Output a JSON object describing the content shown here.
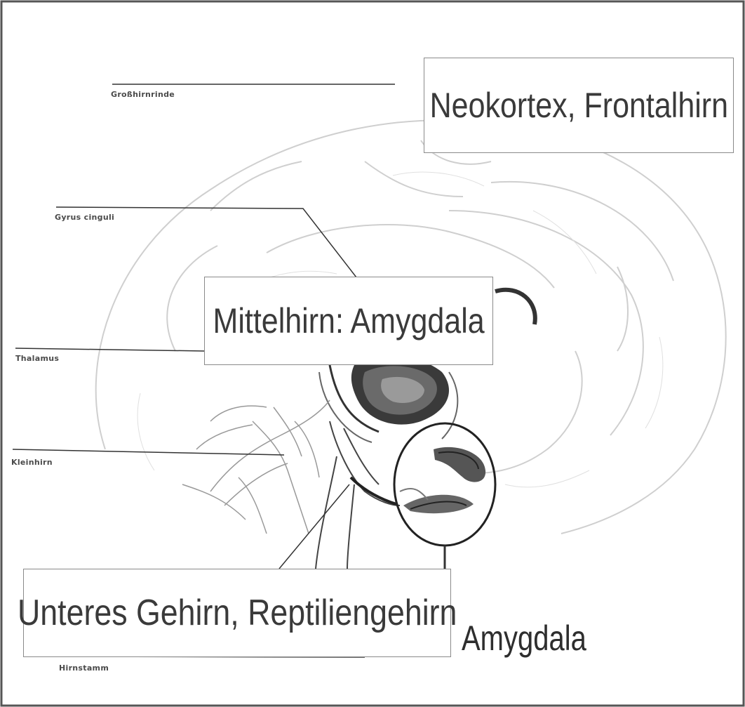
{
  "brain_parts": {
    "grosshirnrinde": "Großhirnrinde",
    "gyrus_cinguli": "Gyrus cinguli",
    "thalamus": "Thalamus",
    "kleinhirn": "Kleinhirn",
    "hirnstamm": "Hirnstamm"
  },
  "callouts": {
    "neokortex": "Neokortex, Frontalhirn",
    "mittelhirn": "Mittelhirn: Amygdala",
    "unteres": "Unteres Gehirn, Reptiliengehirn",
    "amygdala": "Amygdala"
  },
  "colors": {
    "ink": "#3a3a3a",
    "sketch": "#c8c8c8",
    "frame": "#555555"
  }
}
